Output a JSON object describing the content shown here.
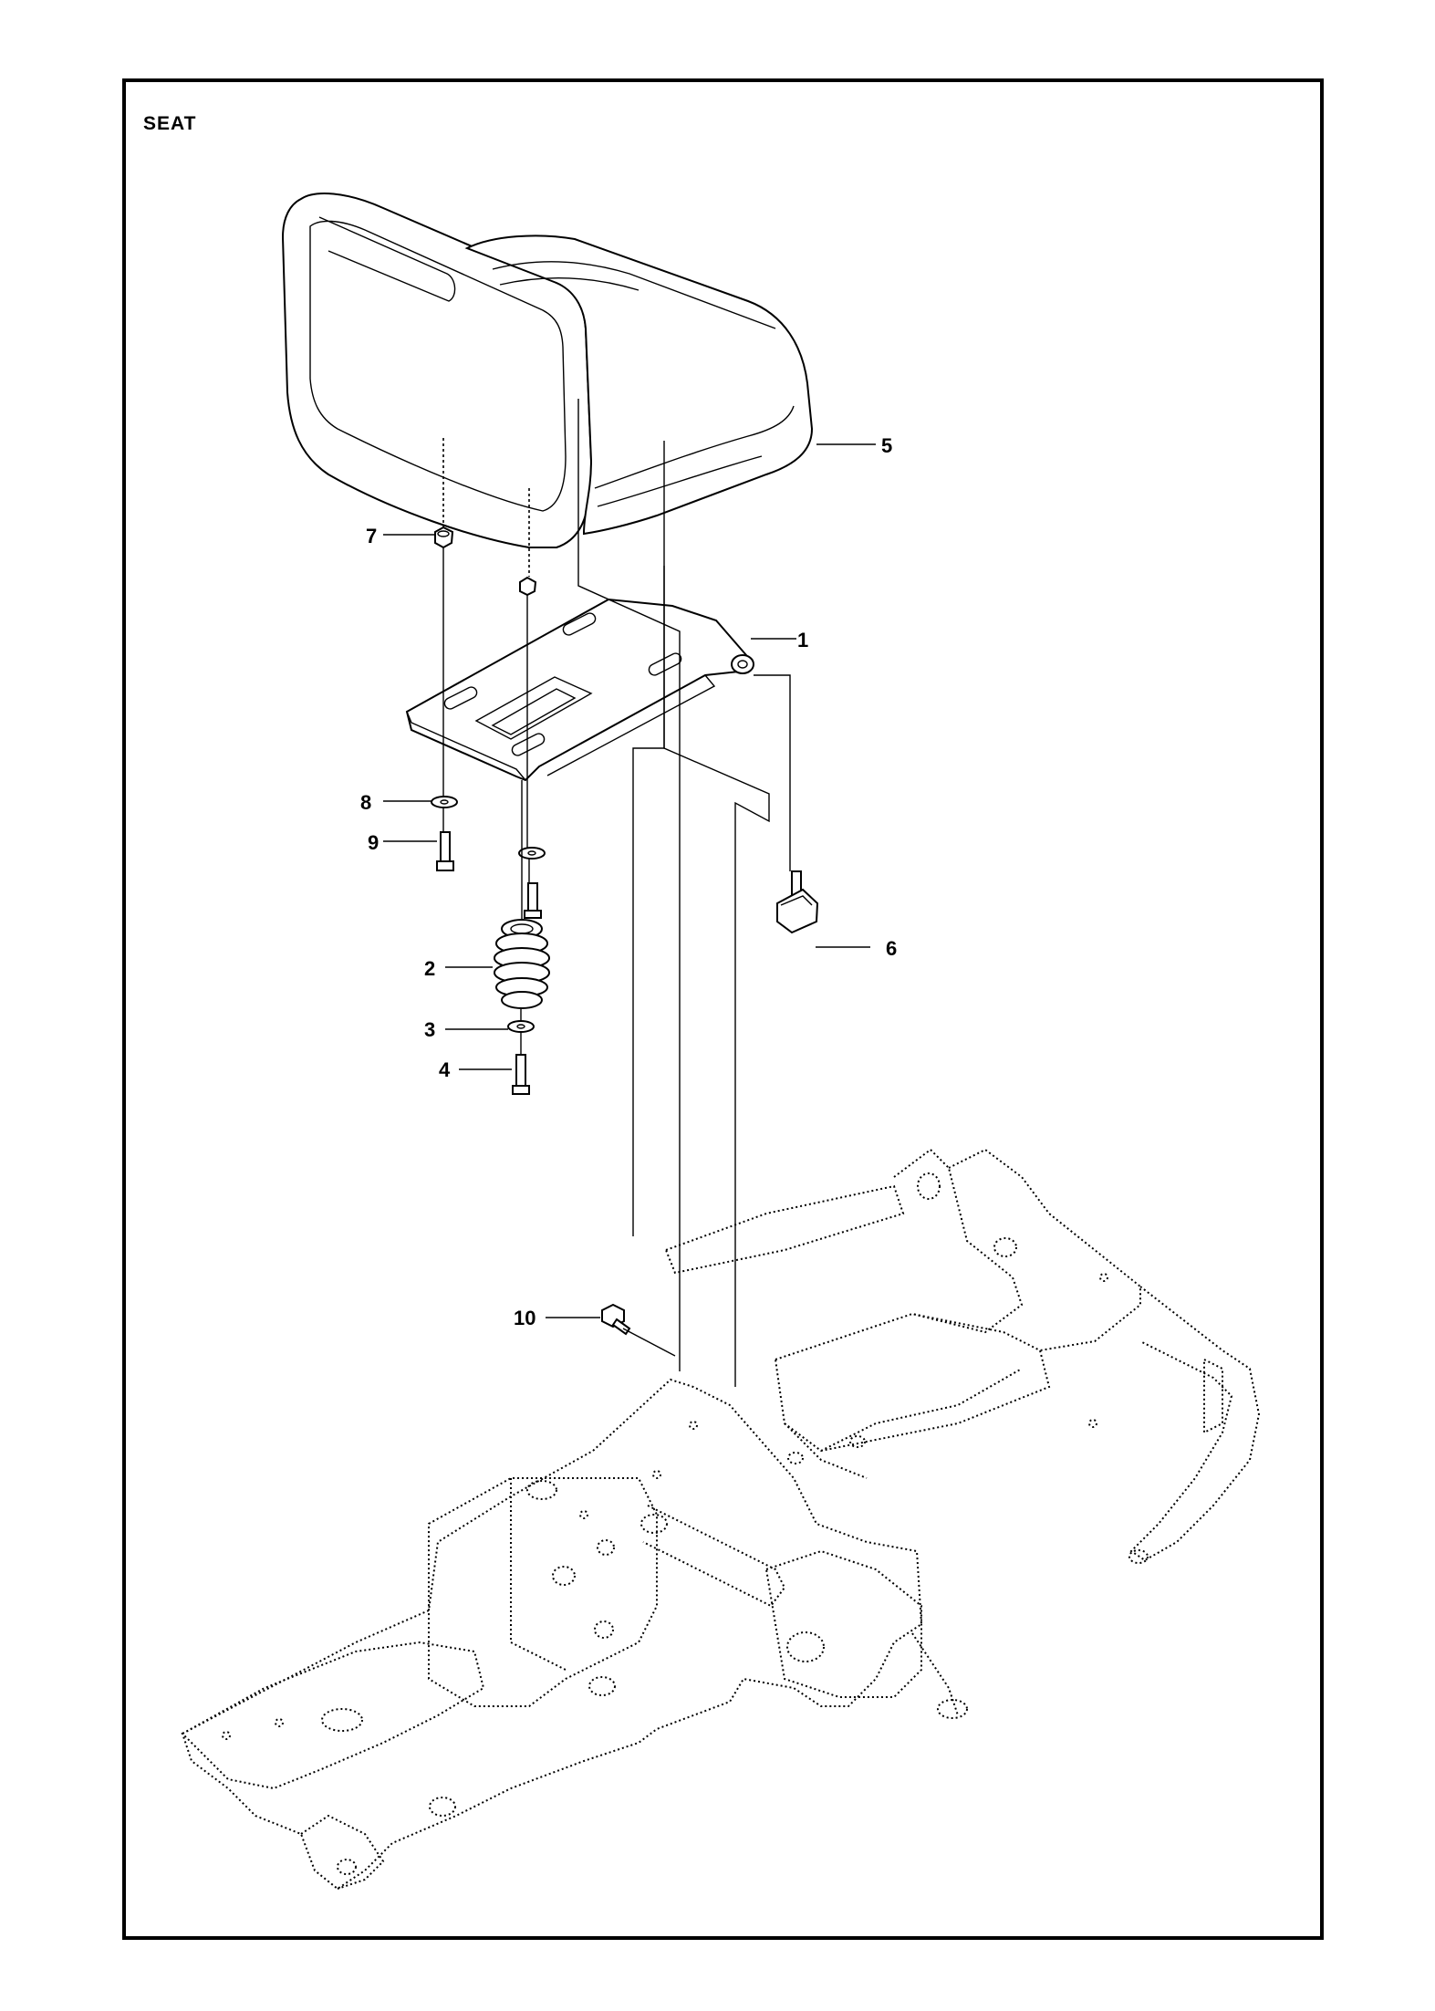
{
  "title": "SEAT",
  "callouts": [
    {
      "id": "1",
      "part": "seat-plate"
    },
    {
      "id": "2",
      "part": "spring"
    },
    {
      "id": "3",
      "part": "washer-lower"
    },
    {
      "id": "4",
      "part": "bolt-lower"
    },
    {
      "id": "5",
      "part": "seat"
    },
    {
      "id": "6",
      "part": "knob"
    },
    {
      "id": "7",
      "part": "nut"
    },
    {
      "id": "8",
      "part": "washer-upper"
    },
    {
      "id": "9",
      "part": "bolt-upper"
    },
    {
      "id": "10",
      "part": "frame-bolt"
    }
  ],
  "colors": {
    "line": "#000000",
    "background": "#ffffff"
  }
}
